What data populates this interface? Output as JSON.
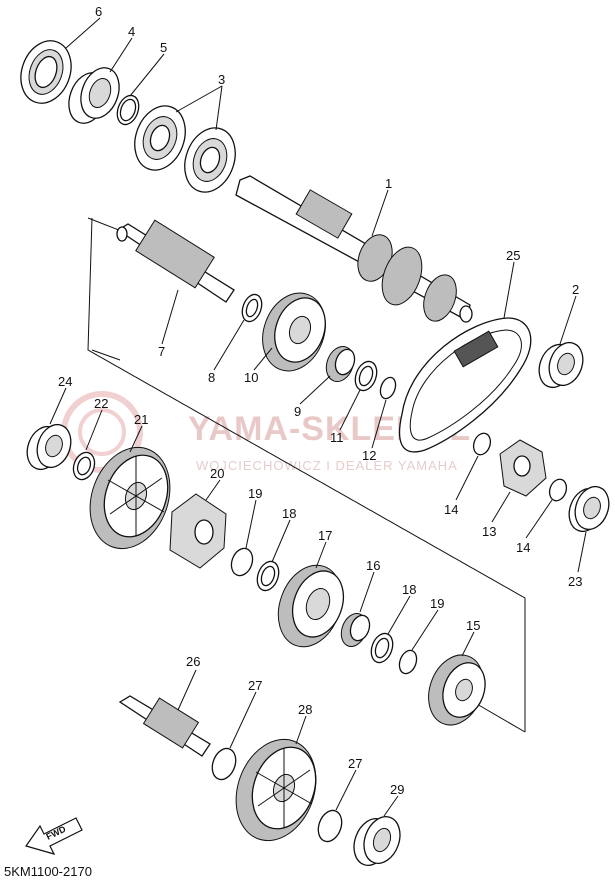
{
  "diagram": {
    "code": "5KM1100-2170",
    "watermark_main": "YAMA-SKLEP.PL",
    "watermark_sub": "WOJCIECHOWICZ I DEALER YAMAHA",
    "fwd_label": "FWD"
  },
  "callouts": [
    {
      "id": "c6",
      "text": "6"
    },
    {
      "id": "c4",
      "text": "4"
    },
    {
      "id": "c5",
      "text": "5"
    },
    {
      "id": "c3",
      "text": "3"
    },
    {
      "id": "c1",
      "text": "1"
    },
    {
      "id": "c25",
      "text": "25"
    },
    {
      "id": "c2",
      "text": "2"
    },
    {
      "id": "c7",
      "text": "7"
    },
    {
      "id": "c8",
      "text": "8"
    },
    {
      "id": "c10",
      "text": "10"
    },
    {
      "id": "c9",
      "text": "9"
    },
    {
      "id": "c11",
      "text": "11"
    },
    {
      "id": "c12",
      "text": "12"
    },
    {
      "id": "c24",
      "text": "24"
    },
    {
      "id": "c22",
      "text": "22"
    },
    {
      "id": "c21",
      "text": "21"
    },
    {
      "id": "c20",
      "text": "20"
    },
    {
      "id": "c19a",
      "text": "19"
    },
    {
      "id": "c18a",
      "text": "18"
    },
    {
      "id": "c17",
      "text": "17"
    },
    {
      "id": "c16",
      "text": "16"
    },
    {
      "id": "c18b",
      "text": "18"
    },
    {
      "id": "c19b",
      "text": "19"
    },
    {
      "id": "c15",
      "text": "15"
    },
    {
      "id": "c14a",
      "text": "14"
    },
    {
      "id": "c13",
      "text": "13"
    },
    {
      "id": "c14b",
      "text": "14"
    },
    {
      "id": "c23",
      "text": "23"
    },
    {
      "id": "c26",
      "text": "26"
    },
    {
      "id": "c27a",
      "text": "27"
    },
    {
      "id": "c28",
      "text": "28"
    },
    {
      "id": "c27b",
      "text": "27"
    },
    {
      "id": "c29",
      "text": "29"
    }
  ]
}
